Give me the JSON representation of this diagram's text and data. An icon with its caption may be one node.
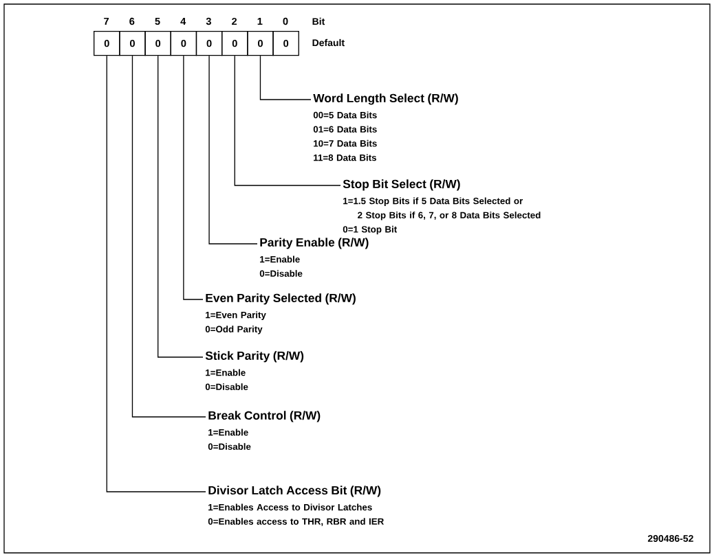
{
  "diagram": {
    "nodes": [
      {
        "text": [
          "0"
        ],
        "beside": [
          "7"
        ]
      },
      {
        "text": [
          "0"
        ],
        "beside": [
          "6"
        ]
      },
      {
        "text": [
          "0"
        ],
        "beside": [
          "5"
        ]
      },
      {
        "text": [
          "0"
        ],
        "beside": [
          "4"
        ]
      },
      {
        "text": [
          "0"
        ],
        "beside": [
          "3"
        ]
      },
      {
        "text": [
          "0"
        ],
        "beside": [
          "2"
        ]
      },
      {
        "text": [
          "0"
        ],
        "beside": [
          "1"
        ]
      },
      {
        "text": [
          "0"
        ],
        "beside": [
          "0"
        ]
      },
      {
        "text": [
          "Word Length Select (R/W)",
          "00=5 Data Bits",
          "01=6 Data Bits",
          "10=7 Data Bits",
          "11=8 Data Bits"
        ]
      },
      {
        "text": [
          "Stop Bit Select (R/W)",
          "1=1.5 Stop Bits if 5 Data Bits Selected or 2 Stop Bits if 6, 7, or 8 Data Bits Selected",
          "0=1 Stop Bit"
        ]
      },
      {
        "text": [
          "Parity Enable (R/W)",
          "1=Enable",
          "0=Disable"
        ]
      },
      {
        "text": [
          "Even Parity Selected (R/W)",
          "1=Even Parity",
          "0=Odd Parity"
        ]
      },
      {
        "text": [
          "Stick Parity (R/W)",
          "1=Enable",
          "0=Disable"
        ]
      },
      {
        "text": [
          "Break Control (R/W)",
          "1=Enable",
          "0=Disable"
        ]
      },
      {
        "text": [
          "Divisor Latch Access Bit (R/W)",
          "1=Enables Access to Divisor Latches",
          "0=Enables access to THR, RBR and IER"
        ]
      }
    ],
    "edges": [
      {
        "from": 6,
        "to": 8,
        "arrow": "none"
      },
      {
        "from": 5,
        "to": 9,
        "arrow": "none"
      },
      {
        "from": 4,
        "to": 10,
        "arrow": "none"
      },
      {
        "from": 3,
        "to": 11,
        "arrow": "none"
      },
      {
        "from": 2,
        "to": 12,
        "arrow": "none"
      },
      {
        "from": 1,
        "to": 13,
        "arrow": "none"
      },
      {
        "from": 0,
        "to": 14,
        "arrow": "none"
      }
    ],
    "labels": [
      "Bit",
      "Default",
      "290486-52"
    ]
  }
}
